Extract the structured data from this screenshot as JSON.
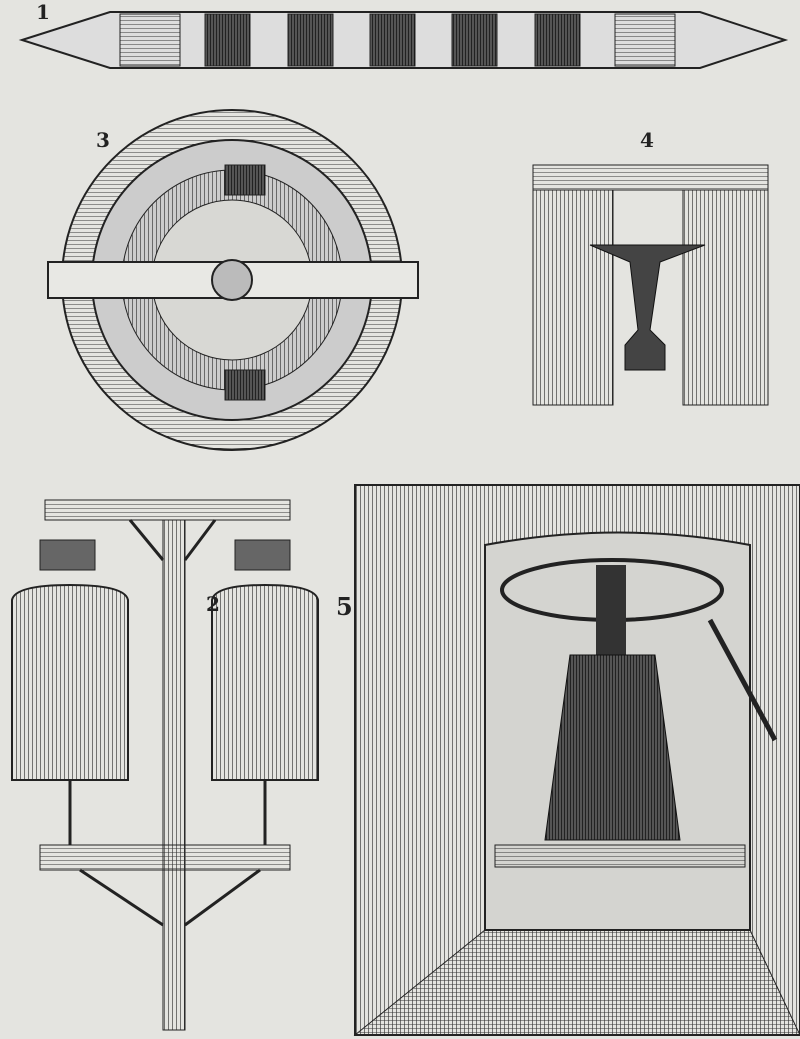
{
  "figures": [
    {
      "label": "1"
    },
    {
      "label": "2"
    },
    {
      "label": "3"
    },
    {
      "label": "4"
    },
    {
      "label": "5"
    }
  ],
  "colors": {
    "paper": "#e4e4e0",
    "ink": "#222222"
  }
}
